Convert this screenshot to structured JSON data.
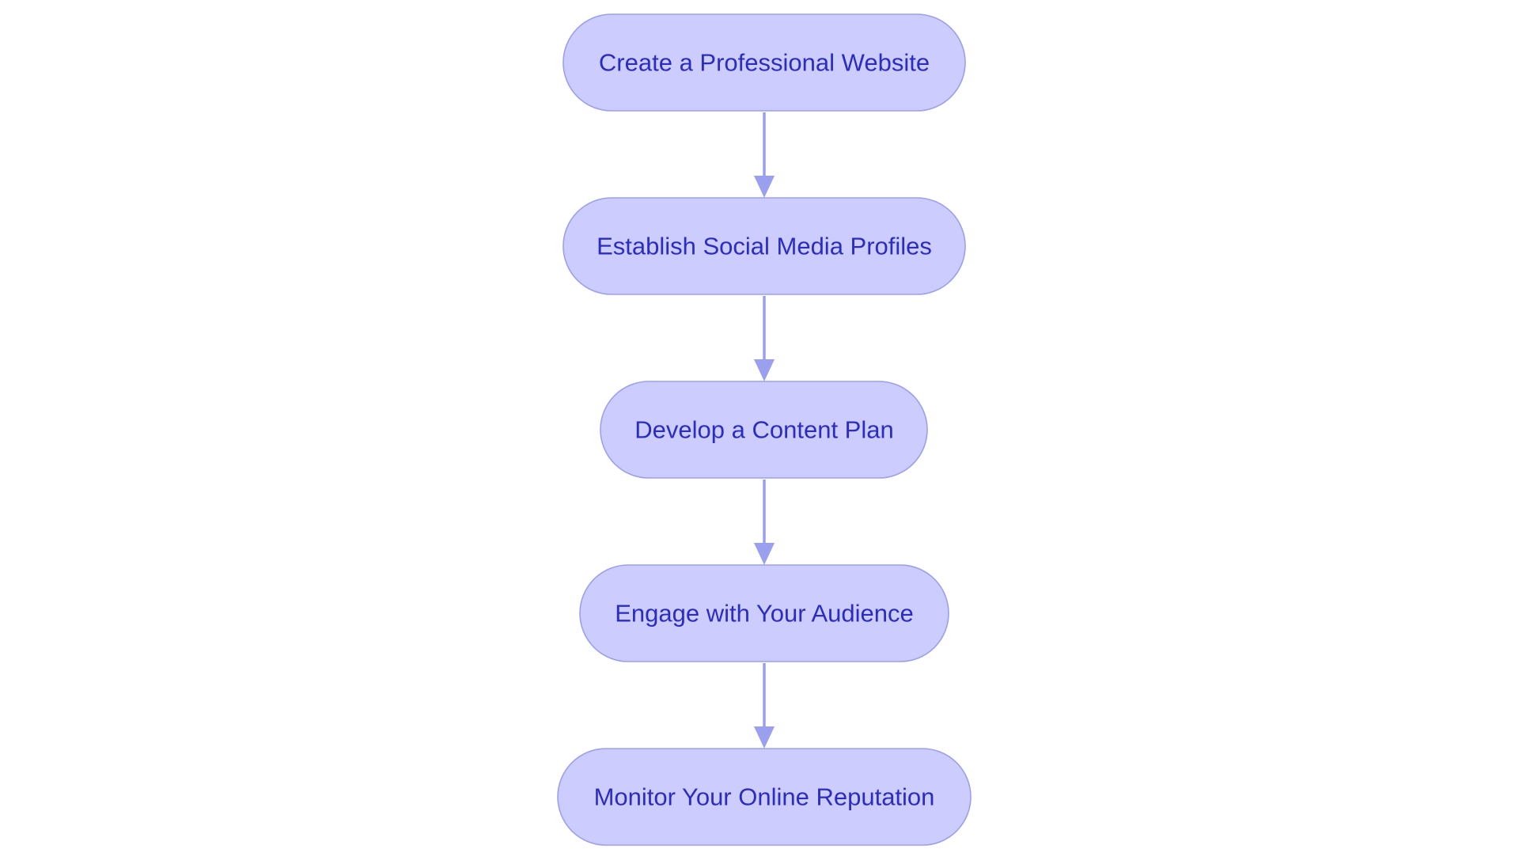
{
  "flowchart": {
    "nodes": [
      {
        "id": "n1",
        "label": "Create a Professional Website"
      },
      {
        "id": "n2",
        "label": "Establish Social Media Profiles"
      },
      {
        "id": "n3",
        "label": "Develop a Content Plan"
      },
      {
        "id": "n4",
        "label": "Engage with Your Audience"
      },
      {
        "id": "n5",
        "label": "Monitor Your Online Reputation"
      }
    ],
    "edges": [
      {
        "from": "n1",
        "to": "n2"
      },
      {
        "from": "n2",
        "to": "n3"
      },
      {
        "from": "n3",
        "to": "n4"
      },
      {
        "from": "n4",
        "to": "n5"
      }
    ],
    "colors": {
      "node_fill": "#ccccff",
      "node_stroke": "#9aa0ee",
      "text": "#2b2dc0",
      "edge": "#9aa0ee"
    }
  }
}
